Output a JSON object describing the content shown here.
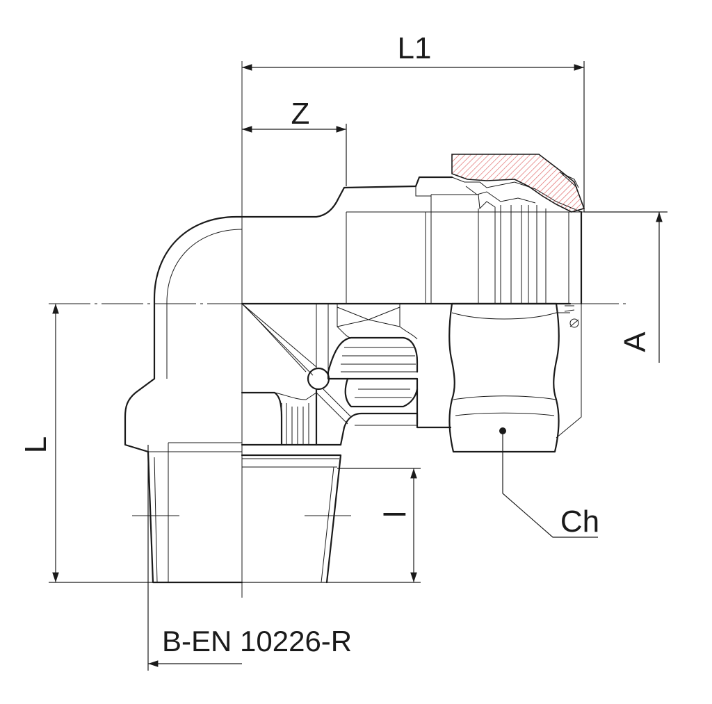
{
  "labels": {
    "L1": "L1",
    "Z": "Z",
    "L": "L",
    "A": "A",
    "l": "l",
    "Ch": "Ch",
    "thread": "B-EN 10226-R"
  },
  "colors": {
    "ink": "#1a1a1a",
    "hatch": "#e06a6a",
    "background": "#ffffff"
  }
}
